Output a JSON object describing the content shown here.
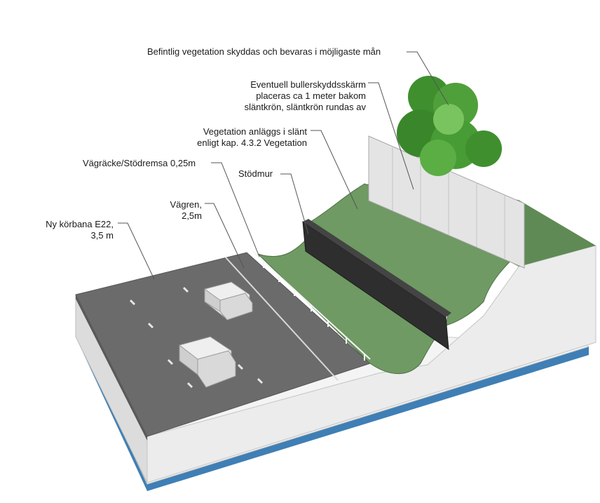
{
  "labels": {
    "vegetation_existing": "Befintlig vegetation skyddas och bevaras i möjligaste mån",
    "noise_barrier": [
      "Eventuell bullerskyddsskärm",
      "placeras ca 1 meter bakom",
      "släntkrön, släntkrön rundas av"
    ],
    "vegetation_slope": [
      "Vegetation anläggs i slänt",
      "enligt kap. 4.3.2 Vegetation"
    ],
    "guardrail": "Vägräcke/Stödremsa 0,25m",
    "retaining_wall": "Stödmur",
    "shoulder": [
      "Vägren,",
      "2,5m"
    ],
    "carriageway": [
      "Ny körbana E22,",
      "3,5 m"
    ]
  },
  "colors": {
    "road": "#6b6b6b",
    "grass": "#6f9a63",
    "wall": "#2e2e2e",
    "ground": "#e8e8e8",
    "base": "#3f7fb5",
    "tree": "#3f8f2f",
    "leader": "#555555"
  }
}
